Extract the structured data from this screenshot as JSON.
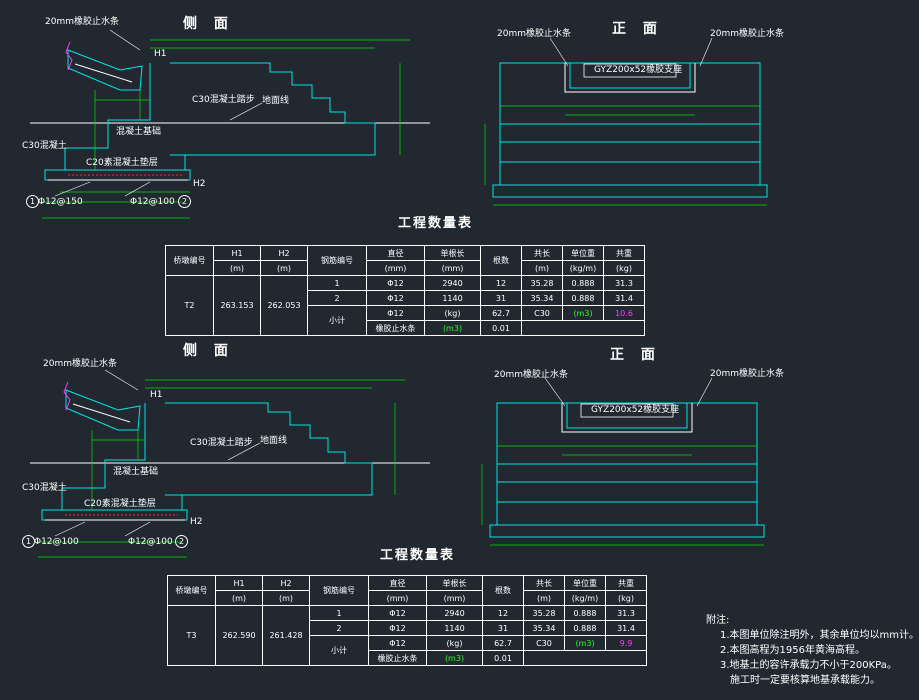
{
  "drawing": {
    "views": [
      {
        "side_title": "侧 面",
        "front_title": "正 面",
        "side_labels": {
          "waterstop": "20mm橡胶止水条",
          "h1": "H1",
          "h2": "H2",
          "step": "C30混凝土踏步",
          "ground": "地面线",
          "foundation": "混凝土基础",
          "concrete": "C30混凝土",
          "cushion": "C20素混凝土垫层",
          "rebar1": "Φ12@150",
          "rebar2": "Φ12@100",
          "circle1": "1",
          "circle2": "2"
        },
        "front_labels": {
          "waterstop_left": "20mm橡胶止水条",
          "waterstop_right": "20mm橡胶止水条",
          "bearing": "GYZ200x52橡胶支座"
        }
      },
      {
        "side_title": "侧 面",
        "front_title": "正 面",
        "side_labels": {
          "waterstop": "20mm橡胶止水条",
          "h1": "H1",
          "h2": "H2",
          "step": "C30混凝土踏步",
          "ground": "地面线",
          "foundation": "混凝土基础",
          "concrete": "C30混凝土",
          "cushion": "C20素混凝土垫层",
          "rebar1": "Φ12@100",
          "rebar2": "Φ12@100",
          "circle1": "1",
          "circle2": "2"
        },
        "front_labels": {
          "waterstop_left": "20mm橡胶止水条",
          "waterstop_right": "20mm橡胶止水条",
          "bearing": "GYZ200x52橡胶支座"
        }
      }
    ],
    "tables": [
      {
        "title": "工程数量表",
        "headers": [
          "桥墩编号",
          "H1",
          "H2",
          "钢筋编号",
          "直径",
          "单根长",
          "根数",
          "共长",
          "单位重",
          "共重"
        ],
        "units": [
          "(m)",
          "(m)",
          "(mm)",
          "(mm)",
          "",
          "(m)",
          "(kg/m)",
          "(kg)"
        ],
        "pier_id": "T2",
        "h1": "263.153",
        "h2": "262.053",
        "rows": [
          {
            "no": "1",
            "dia": "Φ12",
            "len": "2940",
            "count": "12",
            "total": "35.28",
            "unit": "0.888",
            "weight": "31.3"
          },
          {
            "no": "2",
            "dia": "Φ12",
            "len": "1140",
            "count": "31",
            "total": "35.34",
            "unit": "0.888",
            "weight": "31.4"
          }
        ],
        "subtotal_label": "小计",
        "subtotal": {
          "dia": "Φ12",
          "unit_kg": "(kg)",
          "kg": "62.7",
          "grade": "C30",
          "unit_m3": "(m3)",
          "m3": "10.6"
        },
        "waterstop": {
          "label": "橡胶止水条",
          "unit": "(m3)",
          "value": "0.01"
        }
      },
      {
        "title": "工程数量表",
        "headers": [
          "桥墩编号",
          "H1",
          "H2",
          "钢筋编号",
          "直径",
          "单根长",
          "根数",
          "共长",
          "单位重",
          "共重"
        ],
        "units": [
          "(m)",
          "(m)",
          "(mm)",
          "(mm)",
          "",
          "(m)",
          "(kg/m)",
          "(kg)"
        ],
        "pier_id": "T3",
        "h1": "262.590",
        "h2": "261.428",
        "rows": [
          {
            "no": "1",
            "dia": "Φ12",
            "len": "2940",
            "count": "12",
            "total": "35.28",
            "unit": "0.888",
            "weight": "31.3"
          },
          {
            "no": "2",
            "dia": "Φ12",
            "len": "1140",
            "count": "31",
            "total": "35.34",
            "unit": "0.888",
            "weight": "31.4"
          }
        ],
        "subtotal_label": "小计",
        "subtotal": {
          "dia": "Φ12",
          "unit_kg": "(kg)",
          "kg": "62.7",
          "grade": "C30",
          "unit_m3": "(m3)",
          "m3": "9.9"
        },
        "waterstop": {
          "label": "橡胶止水条",
          "unit": "(m3)",
          "value": "0.01"
        }
      }
    ],
    "notes": {
      "title": "附注:",
      "items": [
        "1.本图单位除注明外，其余单位均以mm计。",
        "2.本图高程为1956年黄海高程。",
        "3.地基土的容许承载力不小于200KPa。",
        "施工时一定要核算地基承载能力。"
      ]
    },
    "colors": {
      "background": "#212830",
      "outline": "#00e5e5",
      "dimension": "#00dd00",
      "magenta": "#ff3cff",
      "line": "#ffffff"
    }
  }
}
